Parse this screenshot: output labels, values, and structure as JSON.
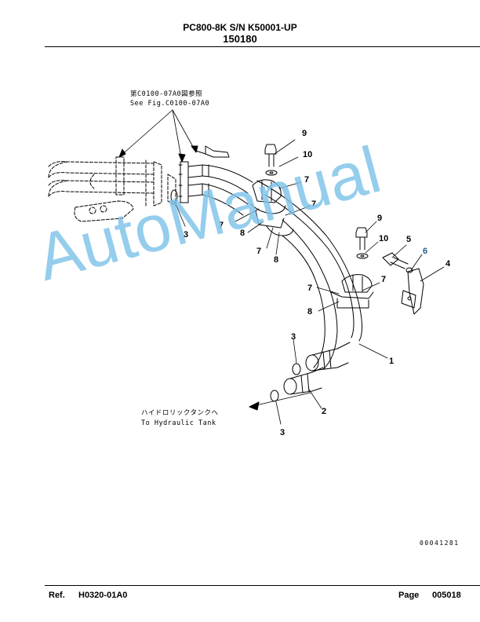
{
  "header": {
    "title": "PC800-8K S/N K50001-UP",
    "code": "150180"
  },
  "notes": {
    "see_fig_jp": "第C0100-07A0図参照",
    "see_fig_en": "See Fig.C0100-07A0",
    "to_tank_jp": "ハイドロリックタンクへ",
    "to_tank_en": "To Hydraulic Tank"
  },
  "callouts": {
    "c9a": "9",
    "c10a": "10",
    "c7a": "7",
    "c7b": "7",
    "c7c": "7",
    "c8a": "8",
    "c7d": "7",
    "c8b": "8",
    "c3a": "3",
    "c9b": "9",
    "c10b": "10",
    "c5": "5",
    "c6": "6",
    "c4": "4",
    "c7e": "7",
    "c7f": "7",
    "c8c": "8",
    "c1": "1",
    "c3b": "3",
    "c2": "2",
    "c3c": "3"
  },
  "figure_number": "00041281",
  "footer": {
    "ref_label": "Ref.",
    "ref_value": "H0320-01A0",
    "page_label": "Page",
    "page_value": "005018"
  },
  "watermark": "AutoManual",
  "colors": {
    "watermark": "#7ec3ea",
    "callout_6": "#1f5f86"
  }
}
